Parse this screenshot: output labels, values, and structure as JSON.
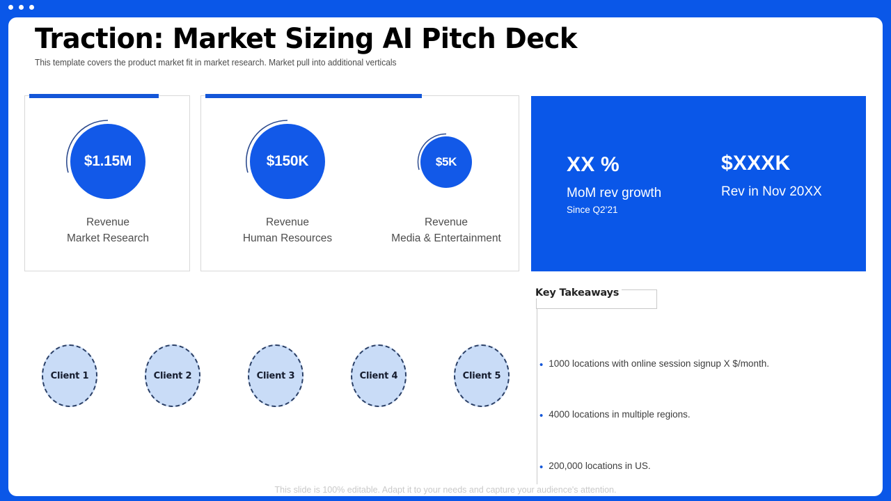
{
  "window": {
    "dots": [
      "dot",
      "dot",
      "dot"
    ],
    "chrome_color": "#0A57E8"
  },
  "slide": {
    "title": "Traction: Market Sizing AI Pitch Deck",
    "subtitle": "This template covers the product market fit in market research. Market pull into additional verticals",
    "footer_note": "This slide is 100% editable. Adapt it to your needs and capture your audience's attention.",
    "accent_color": "#0A57E8",
    "bubble_color": "#1259E8",
    "client_fill": "#C9DCF7"
  },
  "revenue_cards": [
    {
      "id": "market-research",
      "metrics": [
        {
          "value": "$1.15M",
          "label_line1": "Revenue",
          "label_line2": "Market Research",
          "size": 124,
          "font_size": 21
        }
      ]
    },
    {
      "id": "hr-media",
      "metrics": [
        {
          "value": "$150K",
          "label_line1": "Revenue",
          "label_line2": "Human Resources",
          "size": 124,
          "font_size": 21
        },
        {
          "value": "$5K",
          "label_line1": "Revenue",
          "label_line2": "Media & Entertainment",
          "size": 86,
          "font_size": 17
        }
      ]
    }
  ],
  "kpi_panel": {
    "items": [
      {
        "value": "XX %",
        "name": "MoM rev growth",
        "sub": "Since Q2’21"
      },
      {
        "value": "$XXXK",
        "name": "Rev in Nov 20XX",
        "sub": ""
      }
    ]
  },
  "takeaways": {
    "title": "Key Takeaways",
    "items": [
      "1000 locations  with online session signup X $/month.",
      "4000 locations in multiple regions.",
      "200,000 locations in US."
    ]
  },
  "clients": [
    {
      "label": "Client 1"
    },
    {
      "label": "Client 2"
    },
    {
      "label": "Client 3"
    },
    {
      "label": "Client 4"
    },
    {
      "label": "Client 5"
    }
  ]
}
